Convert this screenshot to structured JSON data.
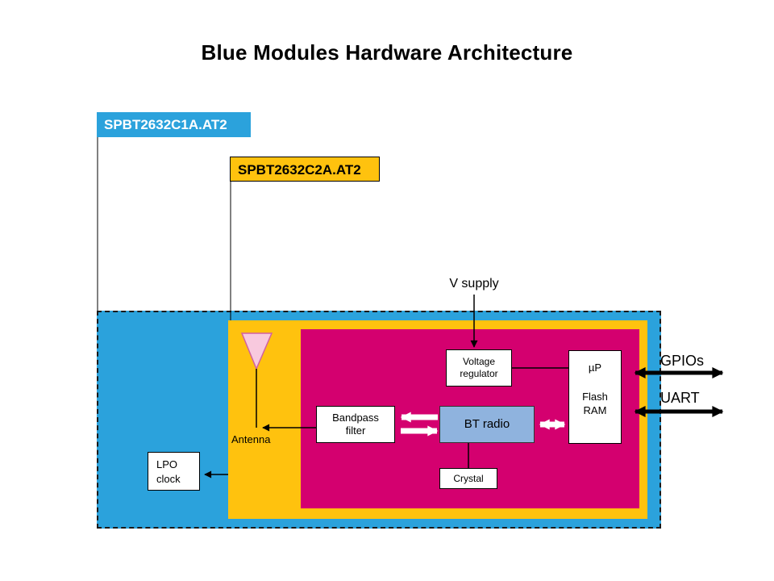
{
  "title": "Blue Modules Hardware Architecture",
  "module_labels": {
    "c1a": "SPBT2632C1A.AT2",
    "c2a": "SPBT2632C2A.AT2"
  },
  "annotations": {
    "v_supply": "V supply",
    "antenna": "Antenna",
    "gpios": "GPIOs",
    "uart": "UART"
  },
  "blocks": {
    "voltage_regulator": {
      "line1": "Voltage",
      "line2": "regulator"
    },
    "micro": {
      "line1": "µP",
      "line2": "Flash",
      "line3": "RAM"
    },
    "bandpass_filter": {
      "line1": "Bandpass",
      "line2": "filter"
    },
    "bt_radio": {
      "label": "BT radio"
    },
    "crystal": {
      "label": "Crystal"
    },
    "lpo_clock": {
      "line1": "LPO",
      "line2": "clock"
    }
  },
  "colors": {
    "module_blue": "#2BA2DC",
    "module_yellow": "#FFC20E",
    "core_magenta": "#D4006F",
    "bt_radio_fill": "#8FB3DE",
    "antenna_fill": "#F8C9DE",
    "antenna_stroke": "#D1619F"
  }
}
